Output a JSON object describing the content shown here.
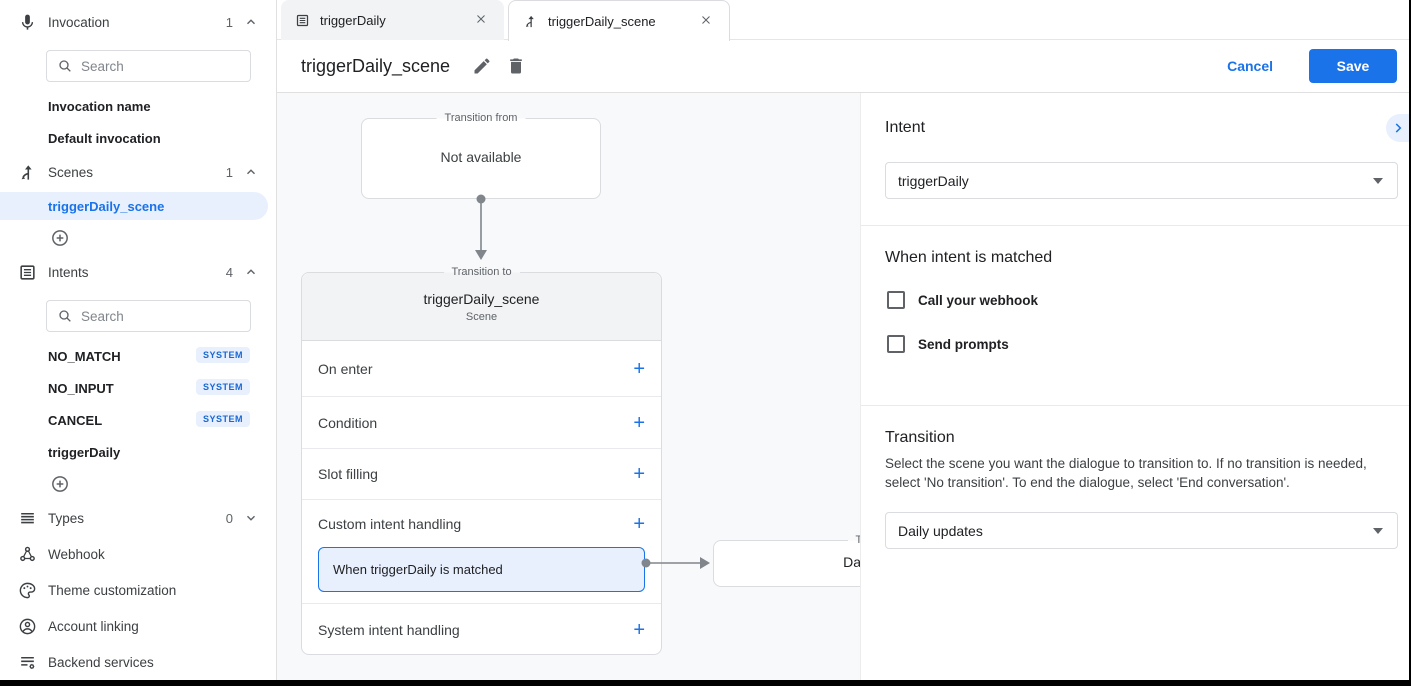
{
  "colors": {
    "accent": "#1a73e8",
    "selected_bg": "#e8f0fe",
    "badge_text": "#1967d2",
    "save_button": "#1a73e8"
  },
  "icons": {
    "add": "+"
  },
  "sidebar": {
    "search_placeholder": "Search",
    "invocation": {
      "label": "Invocation",
      "count": "1"
    },
    "invocation_items": [
      {
        "label": "Invocation name"
      },
      {
        "label": "Default invocation"
      }
    ],
    "scenes": {
      "label": "Scenes",
      "count": "1"
    },
    "scene_items": [
      {
        "label": "triggerDaily_scene"
      }
    ],
    "intents": {
      "label": "Intents",
      "count": "4"
    },
    "intent_items": [
      {
        "label": "NO_MATCH",
        "badge": "SYSTEM"
      },
      {
        "label": "NO_INPUT",
        "badge": "SYSTEM"
      },
      {
        "label": "CANCEL",
        "badge": "SYSTEM"
      },
      {
        "label": "triggerDaily",
        "badge": ""
      }
    ],
    "types": {
      "label": "Types",
      "count": "0"
    },
    "footer_items": [
      {
        "label": "Webhook"
      },
      {
        "label": "Theme customization"
      },
      {
        "label": "Account linking"
      },
      {
        "label": "Backend services"
      }
    ]
  },
  "tabs": [
    {
      "label": "triggerDaily"
    },
    {
      "label": "triggerDaily_scene"
    }
  ],
  "header": {
    "title": "triggerDaily_scene",
    "cancel": "Cancel",
    "save": "Save"
  },
  "canvas": {
    "transition_from": {
      "legend": "Transition from",
      "content": "Not available"
    },
    "scene_card": {
      "legend": "Transition to",
      "title": "triggerDaily_scene",
      "subtitle": "Scene",
      "rows": {
        "on_enter": "On enter",
        "condition": "Condition",
        "slot_filling": "Slot filling",
        "custom": "Custom intent handling",
        "system": "System intent handling"
      },
      "matched": "When triggerDaily is matched"
    },
    "target_box": {
      "legend": "Transition to",
      "content": "Daily updates"
    }
  },
  "panel": {
    "intent_heading": "Intent",
    "intent_value": "triggerDaily",
    "matched_heading": "When intent is matched",
    "checkboxes": [
      {
        "label": "Call your webhook"
      },
      {
        "label": "Send prompts"
      }
    ],
    "transition_heading": "Transition",
    "transition_description": "Select the scene you want the dialogue to transition to. If no transition is needed, select 'No transition'. To end the dialogue, select 'End conversation'.",
    "transition_value": "Daily updates"
  }
}
